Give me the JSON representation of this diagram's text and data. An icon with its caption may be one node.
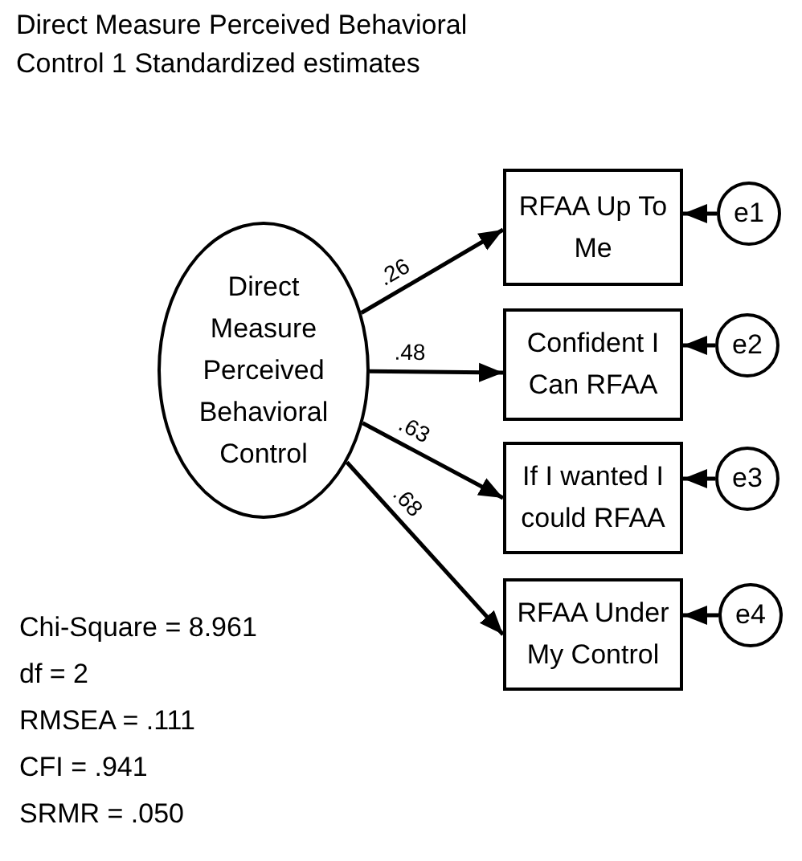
{
  "diagram": {
    "title": "Direct Measure Perceived Behavioral Control 1 Standardized estimates",
    "nodes": [
      {
        "text": [
          "Direct Measure Perceived Behavioral Control"
        ]
      },
      {
        "text": [
          "RFAA Up To Me"
        ]
      },
      {
        "text": [
          "Confident I Can RFAA"
        ]
      },
      {
        "text": [
          "If I wanted I could RFAA"
        ]
      },
      {
        "text": [
          "RFAA Under My Control"
        ]
      },
      {
        "text": [
          "e1"
        ]
      },
      {
        "text": [
          "e2"
        ]
      },
      {
        "text": [
          "e3"
        ]
      },
      {
        "text": [
          "e4"
        ]
      }
    ],
    "edges": [
      {
        "from": 0,
        "to": 1,
        "arrow": "to",
        "label": ".26"
      },
      {
        "from": 0,
        "to": 2,
        "arrow": "to",
        "label": ".48"
      },
      {
        "from": 0,
        "to": 3,
        "arrow": "to",
        "label": ".63"
      },
      {
        "from": 0,
        "to": 4,
        "arrow": "to",
        "label": ".68"
      },
      {
        "from": 5,
        "to": 1,
        "arrow": "to"
      },
      {
        "from": 6,
        "to": 2,
        "arrow": "to"
      },
      {
        "from": 7,
        "to": 3,
        "arrow": "to"
      },
      {
        "from": 8,
        "to": 4,
        "arrow": "to"
      }
    ],
    "labels": [
      "Chi-Square = 8.961",
      "df = 2",
      "RMSEA = .111",
      "CFI = .941",
      "SRMR = .050"
    ]
  }
}
